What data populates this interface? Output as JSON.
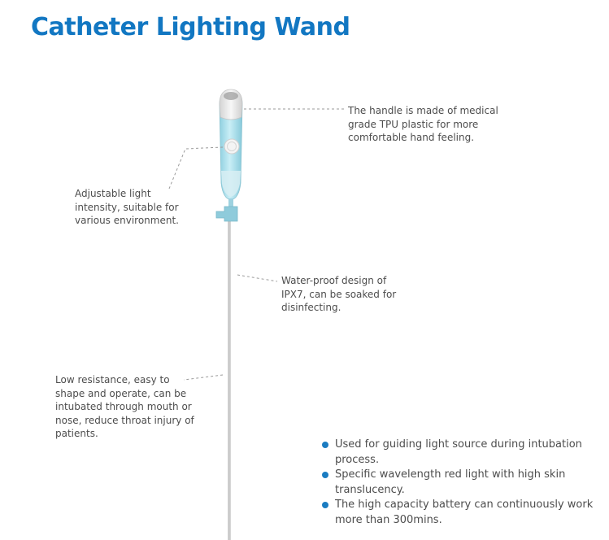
{
  "title": "Catheter Lighting Wand",
  "colors": {
    "title": "#1277c2",
    "bullet": "#1b7cc1",
    "handle_body": "#a8dbe8",
    "handle_cap": "#e8e8e8",
    "wire": "#b9b9b9",
    "leader": "#9a9a9a"
  },
  "notes": {
    "handle": "The handle is made of medical\ngrade TPU plastic for more\ncomfortable hand feeling.",
    "intensity": "Adjustable light\nintensity, suitable for\nvarious environment.",
    "waterproof": "Water-proof design of\nIPX7, can be soaked for\ndisinfecting.",
    "resistance": "Low resistance, easy to\nshape and operate, can be\nintubated through mouth or\nnose, reduce throat injury of\npatients."
  },
  "features": [
    "Used for guiding light source during intubation process.",
    "Specific wavelength red light with high skin translucency.",
    "The high capacity battery can continuously work more than 300mins."
  ]
}
